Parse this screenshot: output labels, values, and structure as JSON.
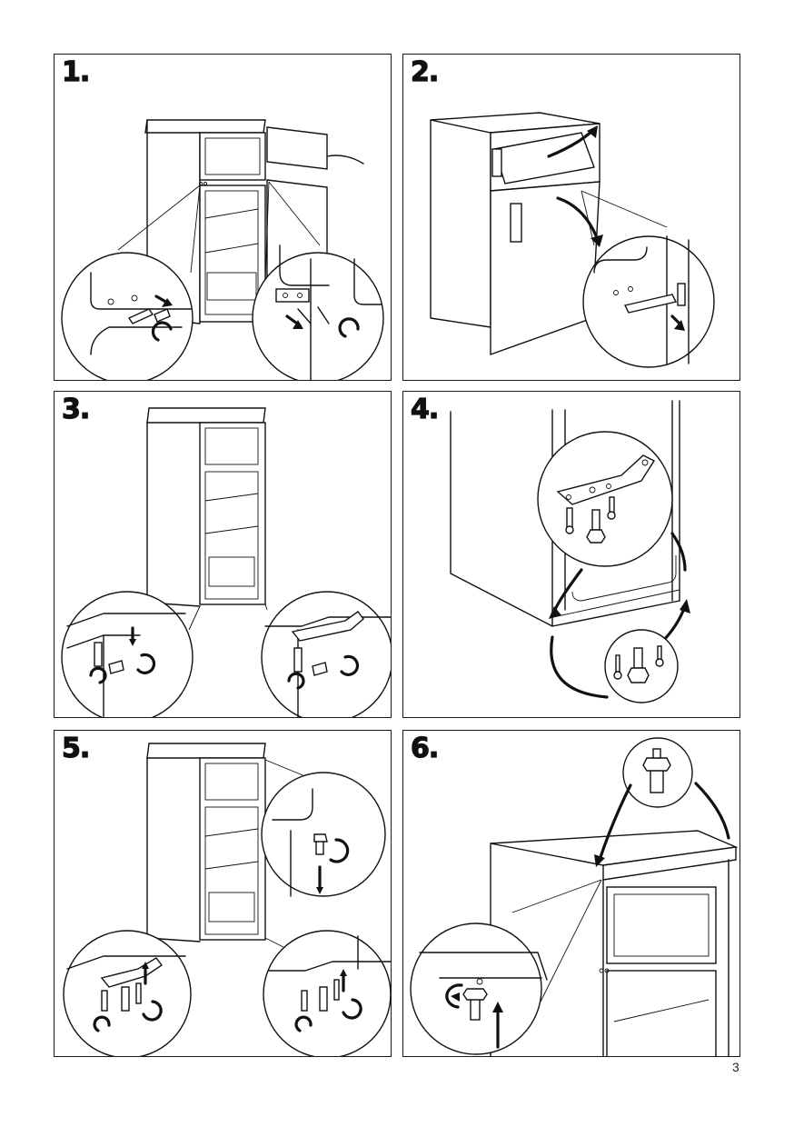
{
  "document": {
    "type": "installation-manual-page",
    "subject": "Refrigerator door reversal",
    "page_number": "3"
  },
  "steps": [
    {
      "label": "1.",
      "illustration": "Open freezer door; remove hinge cover plugs and unscrew middle hinge"
    },
    {
      "label": "2.",
      "illustration": "Lift off freezer and fridge doors; remove lower hinge"
    },
    {
      "label": "3.",
      "illustration": "Unscrew bottom hinge bracket and foot on both sides"
    },
    {
      "label": "4.",
      "illustration": "Move bottom hinge bracket and screws to opposite corner"
    },
    {
      "label": "5.",
      "illustration": "Refit middle and bottom hinges on opposite side"
    },
    {
      "label": "6.",
      "illustration": "Fit top hinge pin and tighten"
    }
  ]
}
